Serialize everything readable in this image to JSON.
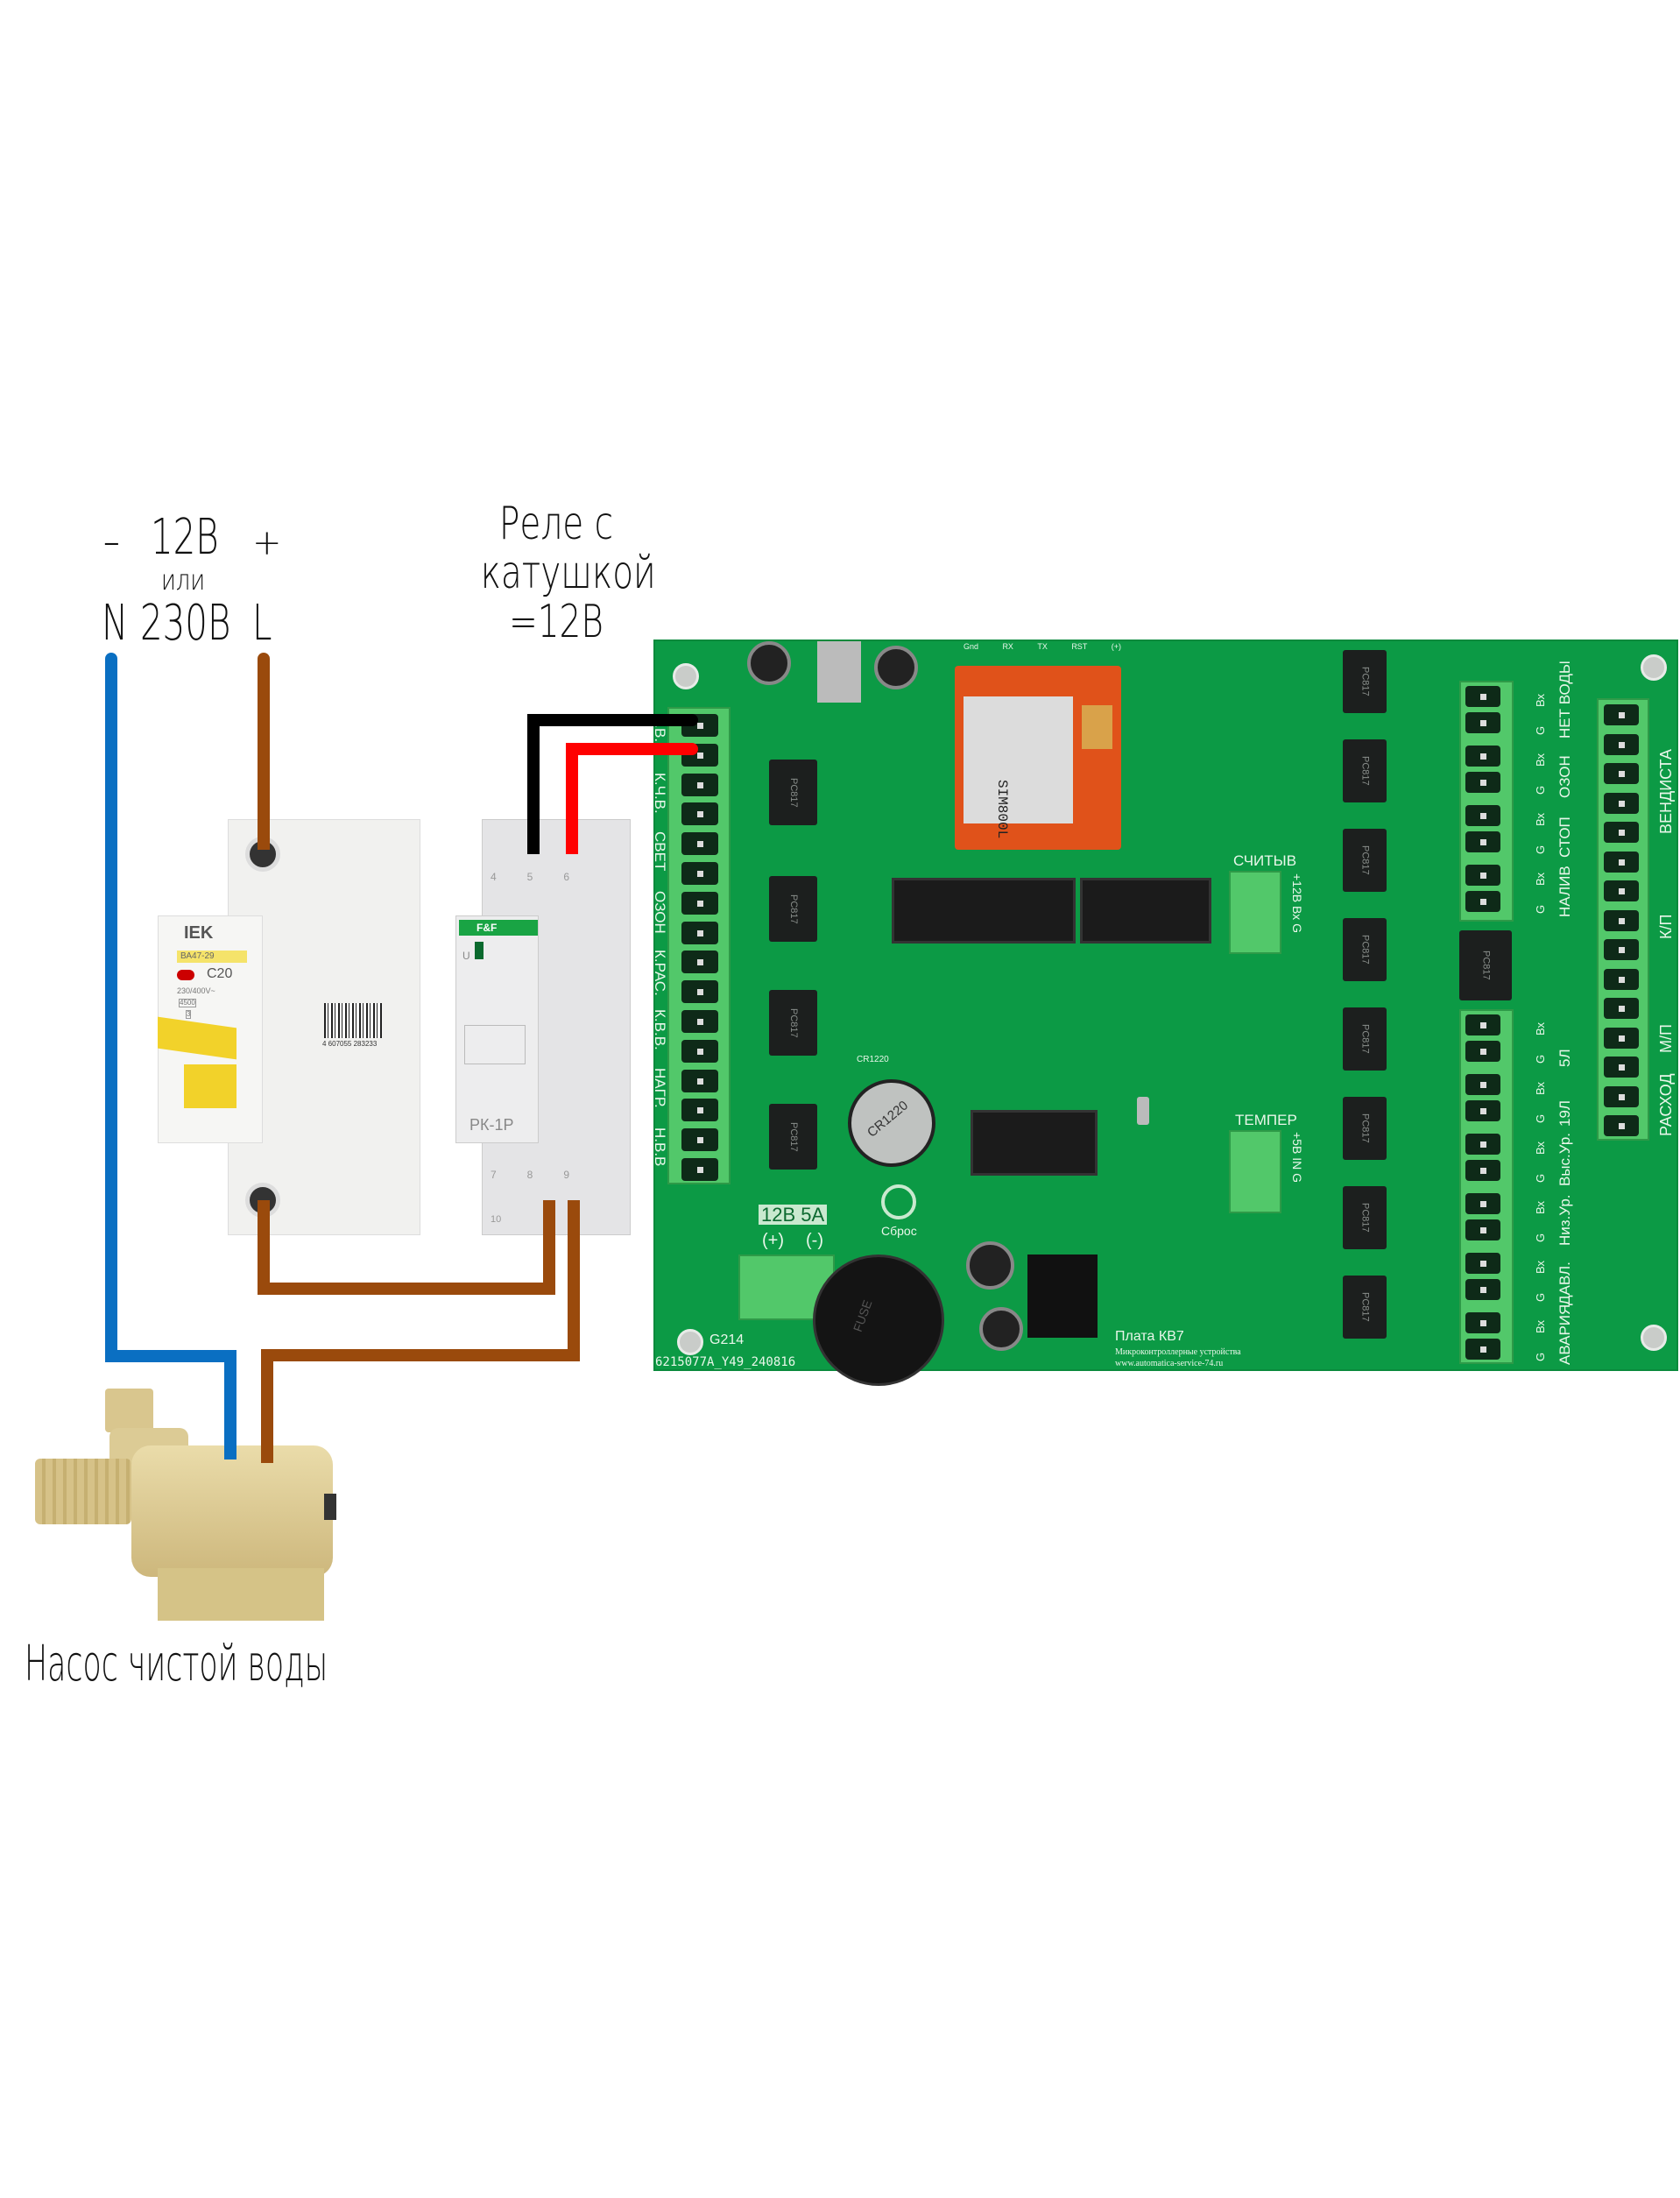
{
  "supply": {
    "minus": "–",
    "voltage_dc": "12В",
    "plus": "+",
    "or": "или",
    "neutral": "N",
    "voltage_ac": "230В",
    "line": "L"
  },
  "relay_caption": [
    "Реле с",
    "катушкой",
    "=12В"
  ],
  "pump_caption": "Насос чистой воды",
  "breaker": {
    "brand": "IEK",
    "model": "ВА47-29",
    "rating": "C20",
    "voltage": "230/400V~",
    "breaking": "4500",
    "class": "3",
    "barcode": "4 607055 283233"
  },
  "relay": {
    "brand": "F&F",
    "indicator": "U",
    "model": "РК-1Р",
    "terminals_top": [
      "4",
      "5",
      "6"
    ],
    "terminals_bottom": [
      "7",
      "8",
      "9"
    ],
    "terminal_10": "10"
  },
  "board": {
    "left_labels": [
      "Н.В.",
      "К.Ч.В.",
      "СВЕТ",
      "ОЗОН",
      "К.РАС.",
      "К.В.В.",
      "НАГР.",
      "Н.В.В"
    ],
    "right_labels": [
      "НЕТ ВОДЫ",
      "ОЗОН",
      "СТОП",
      "НАЛИВ",
      "5Л",
      "19Л",
      "Выс.Ур.",
      "Низ.Ур.",
      "ДАВЛ.",
      "АВАРИЯ"
    ],
    "pin_g": "G",
    "pin_in": "Вх",
    "far_right_labels": [
      "ВЕНДИСТА",
      "К/П",
      "М/П",
      "РАСХОД"
    ],
    "reader_label": "СЧИТЫВ",
    "reader_pins": [
      "G",
      "Вх",
      "+12В"
    ],
    "temp_label": "ТЕМПЕР",
    "temp_pins": [
      "G",
      "IN",
      "+5В"
    ],
    "power_label": "12В 5А",
    "power_plus": "(+)",
    "power_minus": "(-)",
    "reset_label": "Сброс",
    "battery_label": "CR1220",
    "battery_text": "CR1220",
    "gsm_module": "SIM800L",
    "gsm_pins": [
      "Gnd",
      "RX",
      "TX",
      "RST",
      "(+)"
    ],
    "board_name": "Плата КВ7",
    "company": "Микроконтроллерные устройства",
    "website": "www.automatica-service-74.ru",
    "code_g": "G214",
    "serial": "6215077A_Y49_240816",
    "fuse": "FUSE",
    "optocoupler": "PC817"
  },
  "colors": {
    "neutral_wire": "#0a6fc2",
    "line_wire": "#9a4a0c",
    "coil_minus": "#000000",
    "coil_plus": "#ff0000",
    "pcb": "#0c9a45"
  }
}
